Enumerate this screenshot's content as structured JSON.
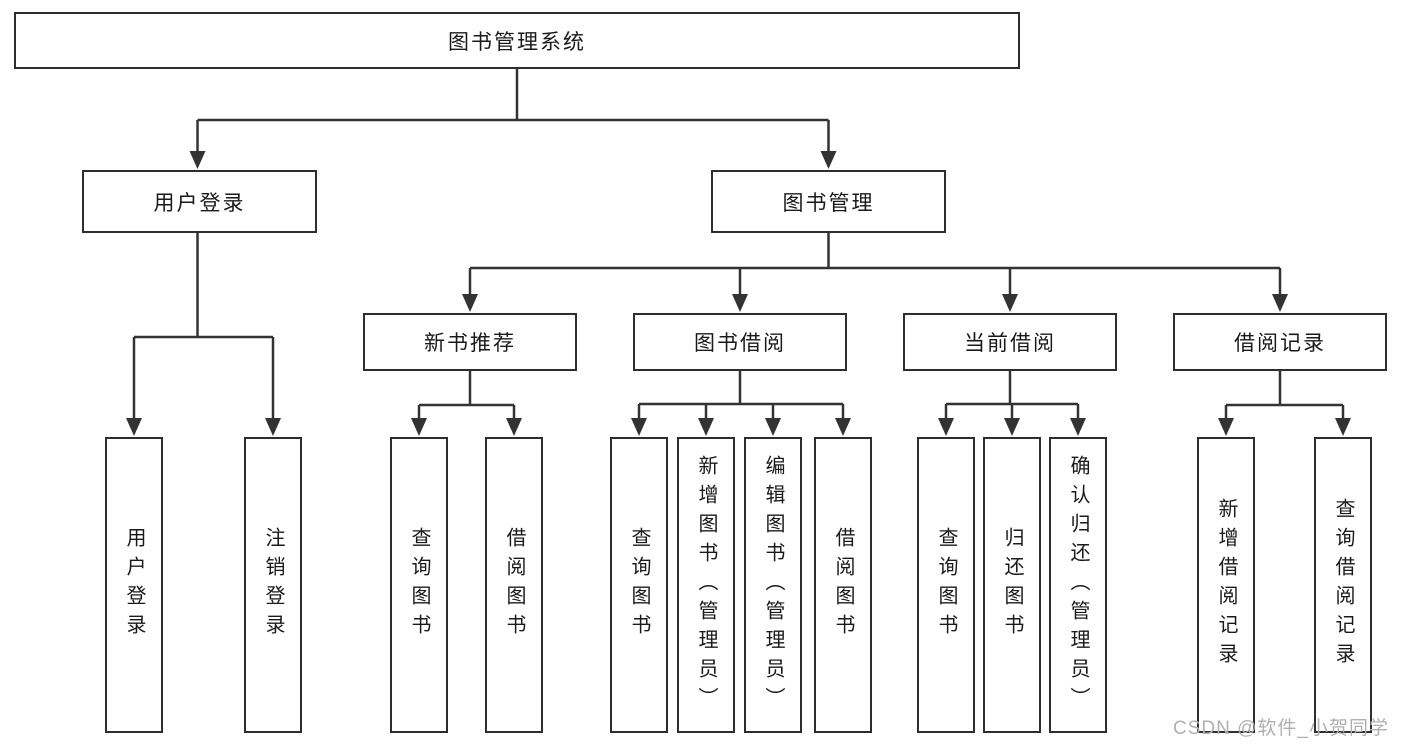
{
  "diagram": {
    "root": {
      "label": "图书管理系统"
    },
    "branches": {
      "user_login": {
        "label": "用户登录",
        "children": [
          {
            "label": "用户登录"
          },
          {
            "label": "注销登录"
          }
        ]
      },
      "book_mgmt": {
        "label": "图书管理",
        "sections": [
          {
            "label": "新书推荐",
            "children": [
              {
                "label": "查询图书"
              },
              {
                "label": "借阅图书"
              }
            ]
          },
          {
            "label": "图书借阅",
            "children": [
              {
                "label": "查询图书"
              },
              {
                "label": "新增图书（管理员）"
              },
              {
                "label": "编辑图书（管理员）"
              },
              {
                "label": "借阅图书"
              }
            ]
          },
          {
            "label": "当前借阅",
            "children": [
              {
                "label": "查询图书"
              },
              {
                "label": "归还图书"
              },
              {
                "label": "确认归还（管理员）"
              }
            ]
          },
          {
            "label": "借阅记录",
            "children": [
              {
                "label": "新增借阅记录"
              },
              {
                "label": "查询借阅记录"
              }
            ]
          }
        ]
      }
    }
  },
  "watermark": {
    "text": "CSDN @软件_小贺同学"
  },
  "colors": {
    "line": "#333333",
    "border": "#2e2e2e",
    "text": "#1a1a1a",
    "background": "#ffffff",
    "watermark": "#b0b0b0"
  }
}
